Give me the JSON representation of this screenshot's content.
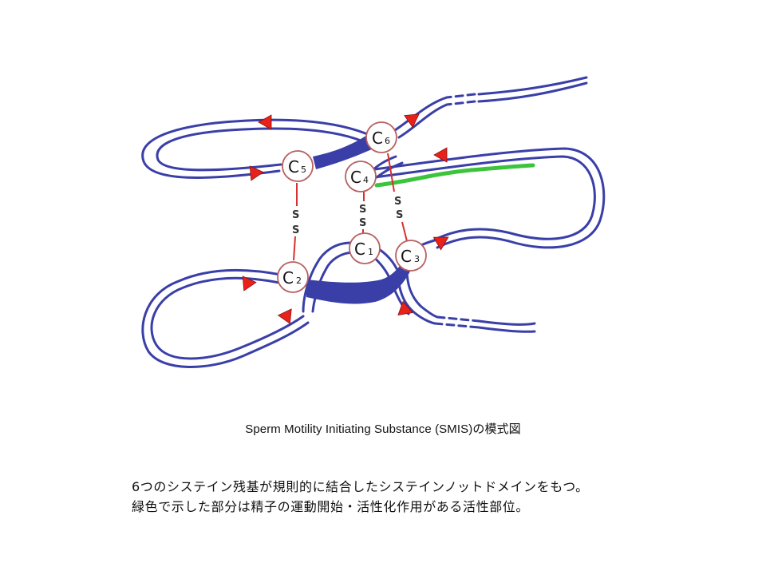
{
  "diagram": {
    "cysteines": [
      {
        "id": "C1",
        "letter": "C",
        "sub": "1"
      },
      {
        "id": "C2",
        "letter": "C",
        "sub": "2"
      },
      {
        "id": "C3",
        "letter": "C",
        "sub": "3"
      },
      {
        "id": "C4",
        "letter": "C",
        "sub": "4"
      },
      {
        "id": "C5",
        "letter": "C",
        "sub": "5"
      },
      {
        "id": "C6",
        "letter": "C",
        "sub": "6"
      }
    ],
    "disulfide_bonds": [
      {
        "pair": "C2-C5",
        "s_top": "S",
        "s_bottom": "S"
      },
      {
        "pair": "C1-C4",
        "s_top": "S",
        "s_bottom": "S"
      },
      {
        "pair": "C3-C6",
        "s_top": "S",
        "s_bottom": "S"
      }
    ],
    "colors": {
      "backbone": "#3a3fa8",
      "arrow": "#e8221a",
      "active_site": "#3cc43c",
      "bond": "#d83030",
      "circle_stroke": "#b86060"
    }
  },
  "caption": "Sperm Motility Initiating Substance (SMIS)の模式図",
  "description": {
    "line1": "6つのシステイン残基が規則的に結合したシステインノットドメインをもつ。",
    "line2": "緑色で示した部分は精子の運動開始・活性化作用がある活性部位。"
  }
}
